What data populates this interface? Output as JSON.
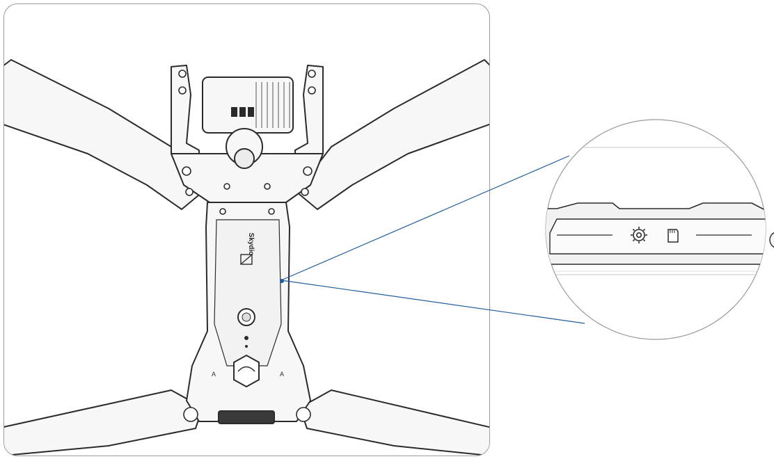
{
  "figure": {
    "drone_brand_mark": "Skydio",
    "arm_label_left": "A",
    "arm_label_right": "A"
  },
  "colors": {
    "frame_border": "#9a9a9a",
    "line_art": "#2b2b2b",
    "callout_line": "#1f5e9c",
    "body_fill": "#f6f6f6",
    "dark_fill": "#2a2a2a"
  },
  "icons": {
    "detail_icon_1": "gear-icon",
    "detail_icon_2": "microsd-card-icon"
  }
}
